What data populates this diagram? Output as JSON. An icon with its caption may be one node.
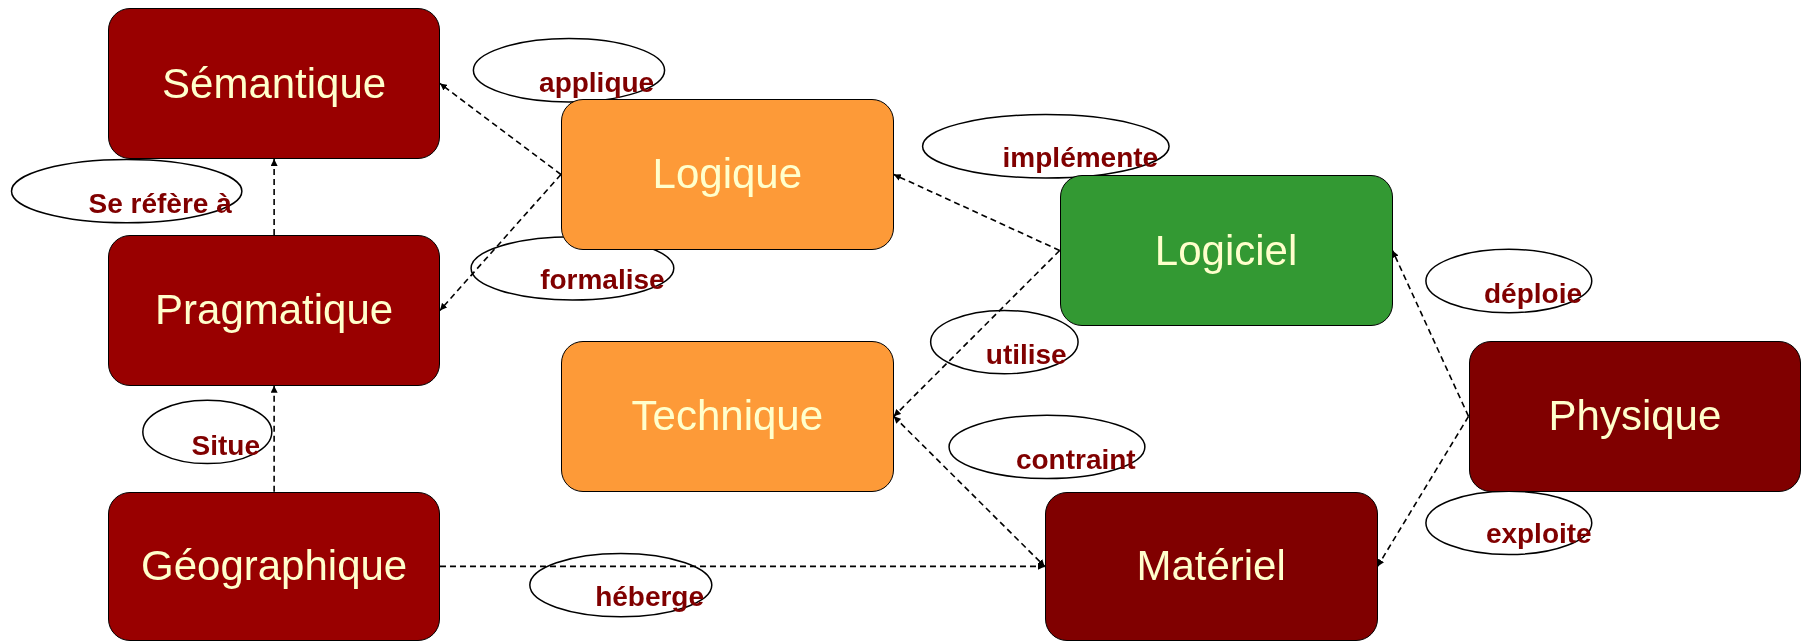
{
  "diagram": {
    "nodes": [
      {
        "text": [
          "Sémantique"
        ]
      },
      {
        "text": [
          "Pragmatique"
        ]
      },
      {
        "text": [
          "Géographique"
        ]
      },
      {
        "text": [
          "Logique"
        ]
      },
      {
        "text": [
          "Technique"
        ]
      },
      {
        "text": [
          "Logiciel"
        ]
      },
      {
        "text": [
          "Physique"
        ]
      },
      {
        "text": [
          "Matériel"
        ]
      }
    ],
    "edges": [
      {
        "from": 3,
        "to": 0,
        "arrow": "to",
        "label": "applique",
        "style": "dashed"
      },
      {
        "from": 1,
        "to": 0,
        "arrow": "to",
        "label": "Se réfère à",
        "style": "dashed"
      },
      {
        "from": 3,
        "to": 1,
        "arrow": "to",
        "label": "formalise",
        "style": "dashed"
      },
      {
        "from": 5,
        "to": 3,
        "arrow": "to",
        "label": "implémente",
        "style": "dashed"
      },
      {
        "from": 6,
        "to": 5,
        "arrow": "to",
        "label": "déploie",
        "style": "dashed"
      },
      {
        "from": 5,
        "to": 4,
        "arrow": "to",
        "label": "utilise",
        "style": "dashed"
      },
      {
        "from": 2,
        "to": 1,
        "arrow": "to",
        "label": "Situe",
        "style": "dashed"
      },
      {
        "from": 4,
        "to": 7,
        "arrow": "both",
        "label": "contraint",
        "style": "dashed"
      },
      {
        "from": 6,
        "to": 7,
        "arrow": "to",
        "label": "exploite",
        "style": "dashed"
      },
      {
        "from": 2,
        "to": 7,
        "arrow": "to",
        "label": "héberge",
        "style": "dashed"
      }
    ]
  }
}
